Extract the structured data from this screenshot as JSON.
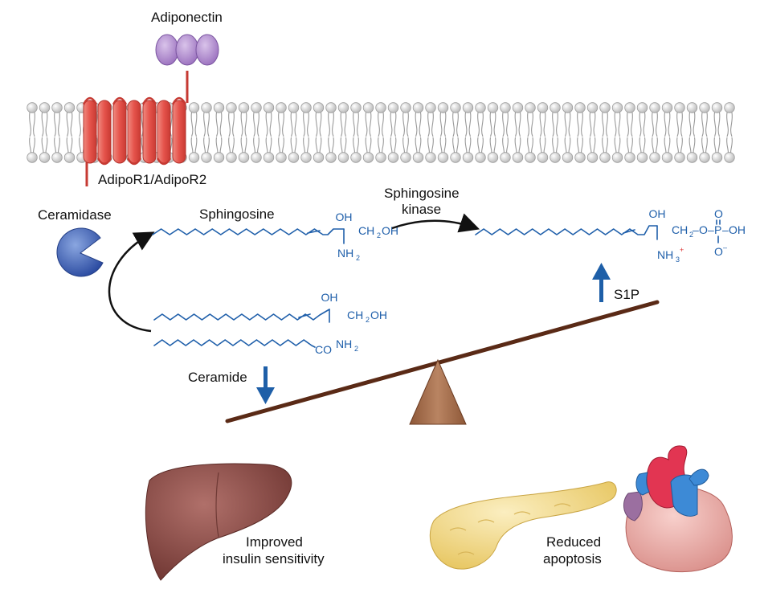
{
  "labels": {
    "adiponectin": "Adiponectin",
    "receptor": "AdipoR1/AdipoR2",
    "ceramidase": "Ceramidase",
    "sphingosine": "Sphingosine",
    "sphingosine_kinase_line1": "Sphingosine",
    "sphingosine_kinase_line2": "kinase",
    "ceramide": "Ceramide",
    "s1p": "S1P",
    "liver_caption_line1": "Improved",
    "liver_caption_line2": "insulin sensitivity",
    "heart_caption_line1": "Reduced",
    "heart_caption_line2": "apoptosis"
  },
  "chemistry": {
    "oh": "OH",
    "ch2": "CH",
    "ch2_oh_tail": "OH",
    "two": "2",
    "nh": "NH",
    "three": "3",
    "plus": "+",
    "co": "CO",
    "o": "O",
    "p": "P",
    "minus": "–",
    "dash": "–"
  },
  "colors": {
    "membrane_head": "#d4d4d4",
    "receptor": "#e5534b",
    "adiponectin": "#b08ccf",
    "chem_blue": "#1f5faa",
    "seesaw": "#5a2a16",
    "fulcrum": "#a9714f",
    "arrow_blue": "#1e5fa8",
    "liver": "#8c4f4a",
    "pancreas": "#f2d98a",
    "heart": "#e7a5a1",
    "ceramidase": "#3b5fb0"
  },
  "icons": [
    "ceramidase-pacman-icon",
    "liver-icon",
    "pancreas-icon",
    "heart-icon",
    "down-arrow-icon",
    "up-arrow-icon"
  ]
}
